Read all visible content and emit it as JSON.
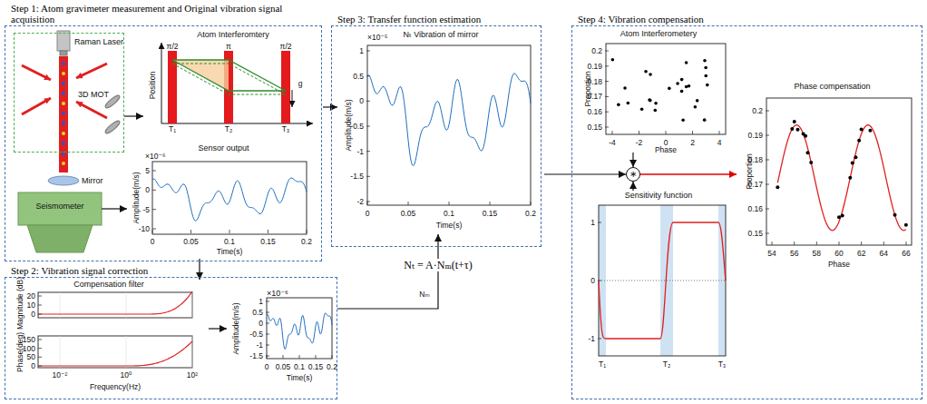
{
  "diagram": {
    "nodes": [
      {
        "text": [
          "Step 1: Atom gravimeter measurement and Original vibration signal acquisition"
        ]
      },
      {
        "text": [
          "Step 2: Vibration signal correction"
        ]
      },
      {
        "text": [
          "Step 3: Transfer function estimation"
        ]
      },
      {
        "text": [
          "Step 4: Vibration compensation"
        ]
      },
      {
        "text": [
          "Raman Laser",
          "3D MOT"
        ],
        "in": 0
      },
      {
        "text": [
          "Seismometer"
        ],
        "in": 0
      },
      {
        "text": [
          "Mirror"
        ],
        "in": 0
      },
      {
        "text": [
          "Atom Interferomtery"
        ],
        "in": 0
      },
      {
        "text": [
          "Sensor output"
        ],
        "in": 0
      },
      {
        "text": [
          "Compensation filter"
        ],
        "in": 1
      },
      {
        "text": [
          "×10⁻⁶"
        ],
        "in": 1
      },
      {
        "text": [
          "Nₜ Vibration of mirror"
        ],
        "in": 2
      },
      {
        "text": [
          "Atom Interferometery"
        ],
        "in": 3
      },
      {
        "text": [
          "∗"
        ],
        "in": 3
      },
      {
        "text": [
          "Sensitivity function"
        ],
        "in": 3
      },
      {
        "text": [
          "Phase compensation"
        ],
        "in": 3
      }
    ],
    "edges": [
      {
        "from": 4,
        "to": 7,
        "arrow": "to"
      },
      {
        "from": 5,
        "to": 8,
        "arrow": "to"
      },
      {
        "from": 7,
        "to": 11,
        "arrow": "to"
      },
      {
        "from": 8,
        "to": 9,
        "arrow": "to"
      },
      {
        "from": 9,
        "to": 10,
        "arrow": "to"
      },
      {
        "from": 10,
        "to": 11,
        "label": "Nₜ = A·Nₘ(t+τ)",
        "arrow": "to"
      },
      {
        "from": 11,
        "to": 13,
        "arrow": "to"
      },
      {
        "from": 12,
        "to": 13,
        "arrow": "to"
      },
      {
        "from": 14,
        "to": 13,
        "arrow": "to"
      },
      {
        "from": 13,
        "to": 15,
        "arrow": "to"
      }
    ],
    "labels": [
      "π/2",
      "π",
      "π/2",
      "Position",
      "T₁",
      "T₂",
      "T₃",
      "g",
      "×10⁻⁶",
      "5",
      "0",
      "-5",
      "-10",
      "Amplitude(m/s)",
      "0",
      "0.05",
      "0.1",
      "0.15",
      "0.2",
      "Time(s)",
      "Magnitude (dB)",
      "20",
      "10",
      "0",
      "Phase(deg)",
      "150",
      "100",
      "50",
      "0",
      "10⁻²",
      "10⁰",
      "10²",
      "Frequency(Hz)",
      "1",
      "0.5",
      "0",
      "-0.5",
      "-1",
      "-1.5",
      "Amplitude(m/s)",
      "0",
      "0.05",
      "0.1",
      "0.15",
      "0.2",
      "Time(s)",
      "Nₘ",
      "×10⁻⁵",
      "1",
      "0.5",
      "0",
      "-0.5",
      "-1",
      "-1.5",
      "-2",
      "Amplitude(m/s)",
      "0",
      "0.05",
      "0.1",
      "0.15",
      "0.2",
      "Time(s)",
      "0.2",
      "0.19",
      "0.18",
      "0.17",
      "0.16",
      "0.15",
      "Proportion",
      "-4",
      "-2",
      "0",
      "2",
      "4",
      "Phase",
      "1",
      "0",
      "-1",
      "T₁",
      "T₂",
      "T₃",
      "Proportion",
      "0.2",
      "0.19",
      "0.18",
      "0.17",
      "0.16",
      "0.15",
      "54",
      "56",
      "58",
      "60",
      "62",
      "64",
      "66",
      "Phase"
    ]
  }
}
